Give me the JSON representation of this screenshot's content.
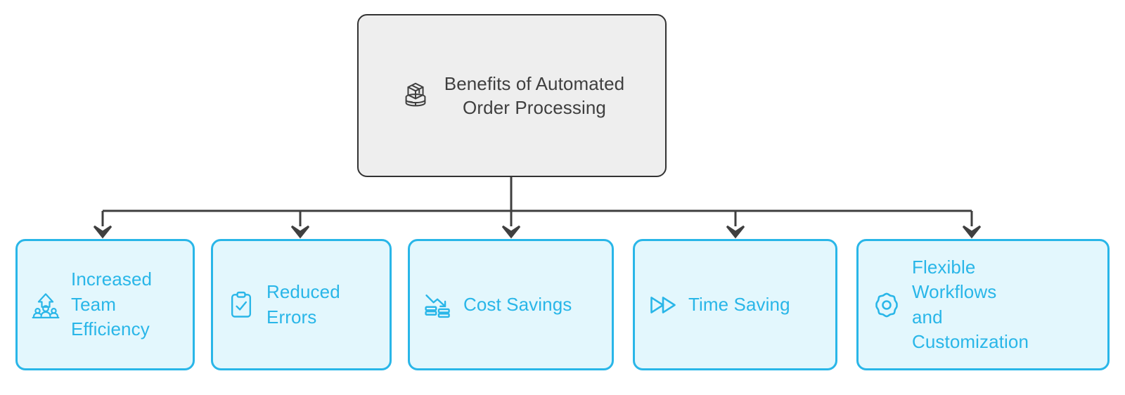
{
  "diagram": {
    "type": "tree-hierarchy",
    "title": "Benefits of Automated Order Processing",
    "background_color": "#ffffff",
    "accent_color": "#29b6e8",
    "card_fill_color": "#e3f7fd",
    "root_fill_color": "#eeeeee",
    "root_border_color": "#333333",
    "root_text_color": "#3f3f3f",
    "connector_color": "#3f3f3f"
  },
  "root": {
    "label": "Benefits of Automated\nOrder Processing",
    "icon": "package-box-on-platform-icon"
  },
  "children": [
    {
      "label": "Increased\nTeam\nEfficiency",
      "icon": "team-growth-arrow-icon"
    },
    {
      "label": "Reduced\nErrors",
      "icon": "clipboard-check-icon"
    },
    {
      "label": "Cost Savings",
      "icon": "declining-cost-chart-icon"
    },
    {
      "label": "Time Saving",
      "icon": "fast-forward-icon"
    },
    {
      "label": "Flexible\nWorkflows\nand\nCustomization",
      "icon": "gear-cog-icon"
    }
  ]
}
